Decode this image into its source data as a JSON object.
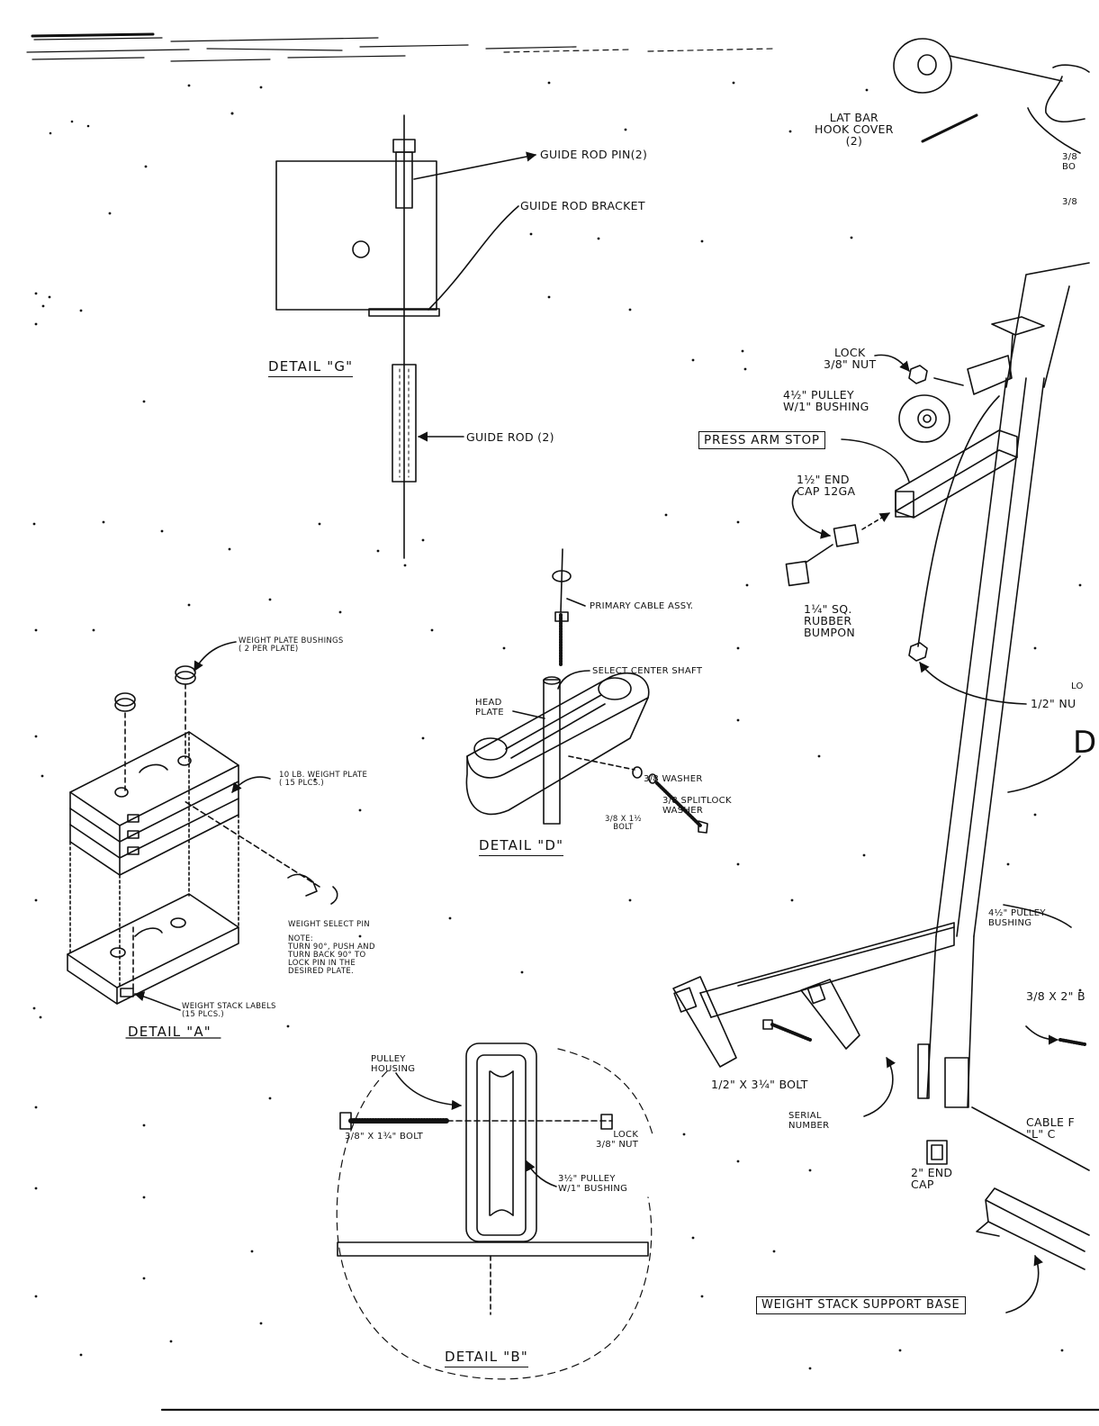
{
  "labels": {
    "lat_bar_hook_cover": "LAT BAR\nHOOK COVER\n(2)",
    "bolt_partial_1": "3/8\nBO",
    "bolt_partial_2": "3/8",
    "guide_rod_pin": "GUIDE ROD PIN(2)",
    "guide_rod_bracket": "GUIDE ROD BRACKET",
    "detail_g": "DETAIL \"G\"",
    "guide_rod": "GUIDE ROD (2)",
    "lock_nut_38": "LOCK\n3/8\" NUT",
    "pulley_412_top": "4½\" PULLEY\nW/1\" BUSHING",
    "press_arm_stop": "PRESS ARM STOP",
    "end_cap_112": "1½\" END\nCAP 12GA",
    "rubber_bumpon": "1¼\" SQ.\nRUBBER\nBUMPON",
    "lock_nut_12_partial": "LO",
    "nut_12_partial": "1/2\" NU",
    "primary_cable": "PRIMARY CABLE ASSY.",
    "weight_plate_bushings": "WEIGHT PLATE BUSHINGS\n( 2 PER PLATE)",
    "select_center_shaft": "SELECT CENTER SHAFT",
    "head_plate": "HEAD\nPLATE",
    "weight_plate_10lb": "10 LB. WEIGHT PLATE\n( 15 PLCS.)",
    "washer_38": "3/8 WASHER",
    "splitlock_washer": "3/8 SPLITLOCK\nWASHER",
    "bolt_38x112": "3/8 X 1½\nBOLT",
    "detail_d": "DETAIL \"D\"",
    "big_d_partial": "D",
    "weight_select_pin": "WEIGHT SELECT PIN",
    "note": "NOTE:\nTURN 90°, PUSH AND\nTURN BACK 90° TO\nLOCK PIN IN THE\nDESIRED PLATE.",
    "pulley_412_right": "4½\" PULLEY\nBUSHING",
    "bolt_38x2_partial": "3/8 x 2\" B",
    "weight_stack_labels": "WEIGHT STACK LABELS\n(15 PLCS.)",
    "detail_a": "DETAIL \"A\"",
    "pulley_housing": "PULLEY\nHOUSING",
    "bolt_12x314": "1/2\" X 3¼\" BOLT",
    "bolt_38x134": "3/8\" X 1¾\" BOLT",
    "lock_nut_38_b": "LOCK\n3/8\" NUT",
    "pulley_312": "3½\" PULLEY\nW/1\" BUSHING",
    "serial_number": "SERIAL\nNUMBER",
    "cable_partial": "CABLE F\n\"L\" C",
    "end_cap_2": "2\" END\nCAP",
    "detail_b": "DETAIL \"B\"",
    "weight_stack_support_base": "WEIGHT STACK SUPPORT BASE"
  }
}
